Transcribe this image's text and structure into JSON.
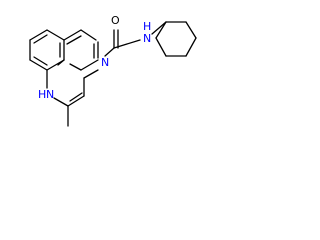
{
  "molecule": {
    "atoms": {
      "carbonyl_oxygen": "O",
      "amide_nitrogen_left": "N",
      "amide_nitrogen_right": "N",
      "amide_nitrogen_right_h": "H",
      "ring_nitrogen": "H",
      "ring_nitrogen_symbol": "N"
    },
    "colors": {
      "bond": "#000000",
      "oxygen": "#000000",
      "nitrogen": "#0000ff",
      "background": "#ffffff"
    }
  }
}
